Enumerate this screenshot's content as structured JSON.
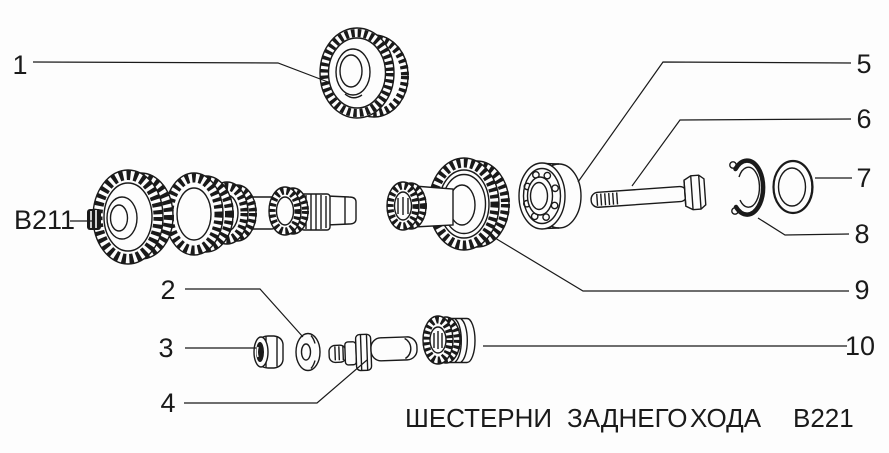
{
  "colors": {
    "background": "#fdfdfd",
    "ink": "#1a1a1a"
  },
  "labels": {
    "shaft_code": "B211",
    "caption_word_1": "ШЕСТЕРНИ",
    "caption_word_2": "ЗАДНЕГО",
    "caption_word_3": "ХОДА",
    "caption_code": "В221"
  },
  "callouts": [
    {
      "label": "1"
    },
    {
      "label": "2"
    },
    {
      "label": "3"
    },
    {
      "label": "4"
    },
    {
      "label": "5"
    },
    {
      "label": "6"
    },
    {
      "label": "7"
    },
    {
      "label": "8"
    },
    {
      "label": "9"
    },
    {
      "label": "10"
    }
  ]
}
